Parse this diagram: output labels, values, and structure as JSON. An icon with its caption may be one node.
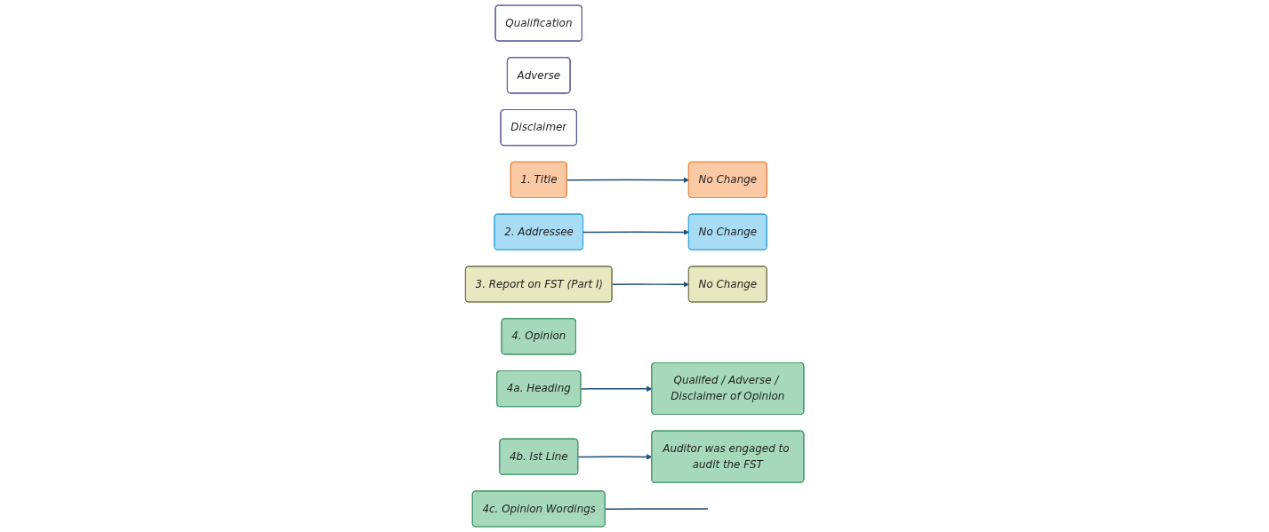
{
  "diagram": {
    "nodes": [
      {
        "text": [
          "Qualification"
        ]
      },
      {
        "text": [
          "Adverse"
        ]
      },
      {
        "text": [
          "Disclaimer"
        ]
      },
      {
        "text": [
          "1. Title"
        ]
      },
      {
        "text": [
          "No Change"
        ]
      },
      {
        "text": [
          "2. Addressee"
        ]
      },
      {
        "text": [
          "No Change"
        ]
      },
      {
        "text": [
          "3. Report on FST (Part I)"
        ]
      },
      {
        "text": [
          "No Change"
        ]
      },
      {
        "text": [
          "4. Opinion"
        ]
      },
      {
        "text": [
          "4a. Heading"
        ]
      },
      {
        "text": [
          "Qualifed / Adverse / Disclaimer of Opinion"
        ]
      },
      {
        "text": [
          "4b. Ist Line"
        ]
      },
      {
        "text": [
          "Auditor was engaged to audit the FST"
        ]
      },
      {
        "text": [
          "4c. Opinion Wordings"
        ]
      }
    ],
    "edges": [
      {
        "from": 3,
        "to": 4,
        "arrow": "to"
      },
      {
        "from": 5,
        "to": 6,
        "arrow": "to"
      },
      {
        "from": 7,
        "to": 8,
        "arrow": "to"
      },
      {
        "from": 10,
        "to": 11,
        "arrow": "to"
      },
      {
        "from": 12,
        "to": 13,
        "arrow": "to"
      },
      {
        "from": 14,
        "to": null,
        "arrow": "none"
      }
    ]
  }
}
